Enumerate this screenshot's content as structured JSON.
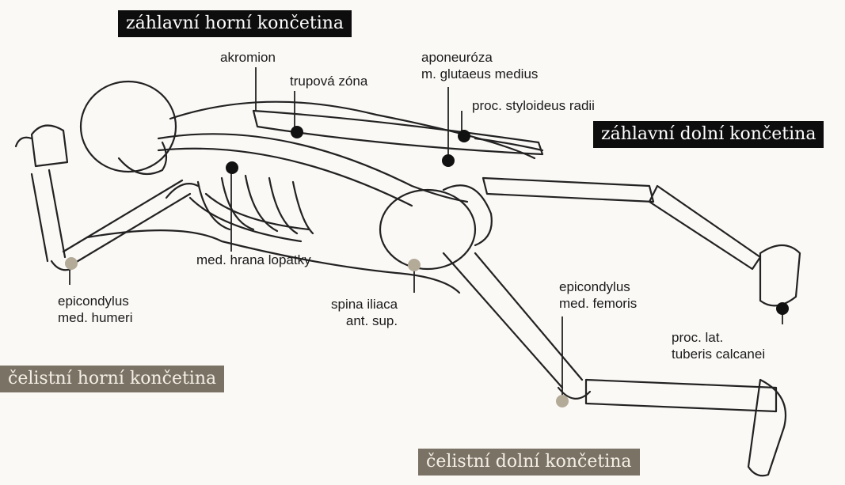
{
  "tags": {
    "top_center": "záhlavní horní končetina",
    "top_right": "záhlavní dolní končetina",
    "bottom_left": "čelistní horní končetina",
    "bottom_center": "čelistní dolní končetina"
  },
  "colors": {
    "tag_dark": "#0d0d0d",
    "tag_muted": "#7a7264",
    "bone_line": "#222222",
    "point_dark": "#111111",
    "point_light": "#b3aa98"
  },
  "labels": {
    "akromion": [
      "akromion"
    ],
    "trupova_zona": [
      "trupová zóna"
    ],
    "aponeuroza": [
      "aponeuróza",
      "m. glutaeus medius"
    ],
    "styloideus": [
      "proc. styloideus radii"
    ],
    "hrana_lopatky": [
      "med. hrana lopatky"
    ],
    "epicondylus_humeri": [
      "epicondylus",
      "med. humeri"
    ],
    "spina_iliaca": [
      "spina iliaca",
      "ant. sup."
    ],
    "epicondylus_femoris": [
      "epicondylus",
      "med. femoris"
    ],
    "calcanei": [
      "proc. lat.",
      "tuberis calcanei"
    ]
  }
}
